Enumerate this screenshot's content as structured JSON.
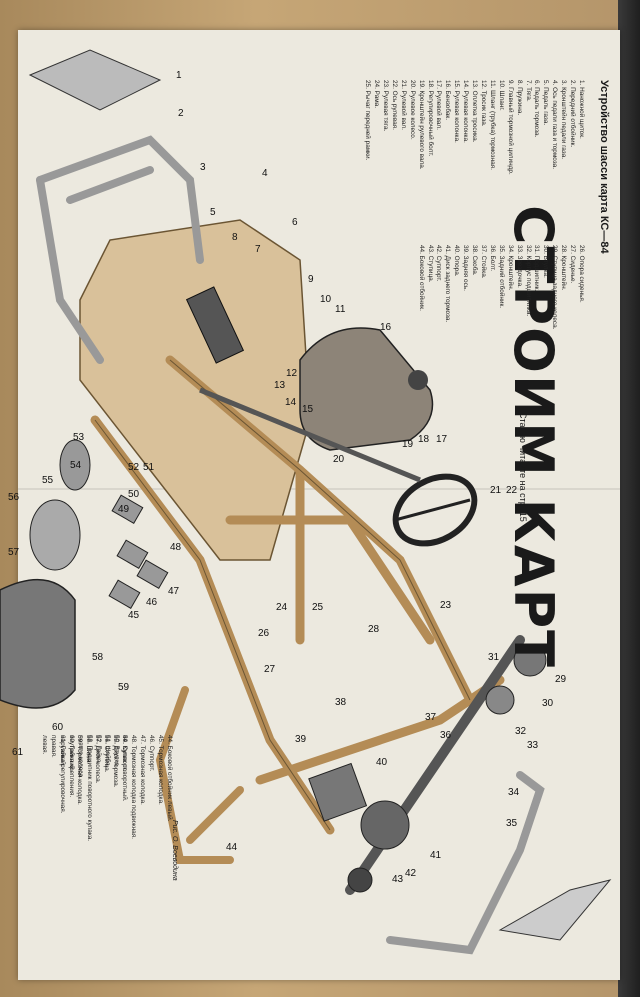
{
  "poster": {
    "title": "СТРОИМ КАРТ",
    "subtitle": "Статью читайте на стр. 15",
    "legend_title": "Устройство шасси карта КС—84",
    "credit": "Рис. О. Воеводина",
    "legend_col1": [
      "1. Наножной щиток.",
      "2. Передний отбойник.",
      "3. Кронштейн педали газа.",
      "4. Ось педали газа и тормоза.",
      "5. Педаль газа.",
      "6. Педаль тормоза.",
      "7. Тяга.",
      "8. Пружина.",
      "9. Главный тормозной цилиндр.",
      "10. Шланг.",
      "11. Шланг (трубка) тормозная.",
      "12. Тросик газа.",
      "13. Оплетка тросика.",
      "14. Рулевая колонка.",
      "15. Рулевая колонка.",
      "16. Бензобак.",
      "17. Рулевой вал.",
      "18. Регулировочный болт.",
      "19. Кронштейн рулевого вала.",
      "20. Рулевое колесо.",
      "21. Рулевой вал.",
      "22. Ось рулевая.",
      "23. Рулевая тяга.",
      "24. Рама.",
      "25. Рычаг передней рамки."
    ],
    "legend_col2": [
      "26. Опора сиденья.",
      "27. Сиденье.",
      "28. Кронштейн.",
      "29. Ступица заднего колеса.",
      "30. Втулка.",
      "31. Подшипник.",
      "32. Корпус подшипника.",
      "33. Звездочка.",
      "34. Кронштейн.",
      "35. Задний отбойник.",
      "36. Болт.",
      "37. Стойка.",
      "38. Скоба.",
      "39. Задняя ось.",
      "40. Опора.",
      "41. Диск заднего тормоза.",
      "42. Суппорт.",
      "43. Ступица.",
      "44. Боковой отбойник."
    ],
    "legend_col3": [
      "44. Боковой отбойник левый.",
      "45. Тормозная колодка.",
      "46. Суппорт.",
      "47. Тормозная колодка.",
      "48. Тормозная колодка подвижная.",
      "49. Суппорт.",
      "50. Втулка.",
      "51. Шайба.",
      "52. Гайка.",
      "53. Подшипник поворотного кулака."
    ],
    "legend_col4": [
      "54. Кулак поворотный.",
      "55. Диск тормоза.",
      "56. Ступица.",
      "57. Диск колеса.",
      "58. Шина.",
      "59. Тормозная колодка.",
      "60. Гайка крепления.",
      "61. Гайка регулировочная."
    ],
    "legend_col5": [
      "левого колеса.",
      "внутренний.",
      "наружный.",
      "правая.",
      "левая."
    ]
  },
  "callouts": [
    "1",
    "2",
    "3",
    "4",
    "5",
    "6",
    "7",
    "8",
    "9",
    "10",
    "11",
    "12",
    "13",
    "14",
    "15",
    "16",
    "17",
    "18",
    "19",
    "20",
    "21",
    "22",
    "23",
    "24",
    "25",
    "26",
    "27",
    "28",
    "29",
    "30",
    "31",
    "32",
    "33",
    "34",
    "35",
    "36",
    "37",
    "38",
    "39",
    "40",
    "41",
    "42",
    "43",
    "44",
    "45",
    "46",
    "47",
    "48",
    "49",
    "50",
    "51",
    "52",
    "53",
    "54",
    "55",
    "56",
    "57",
    "58",
    "59",
    "60",
    "61"
  ],
  "colors": {
    "paper": "#ece9df",
    "cardboard": "#b89a6e",
    "frame_tube": "#b48c56",
    "ink": "#1a1a1a"
  }
}
